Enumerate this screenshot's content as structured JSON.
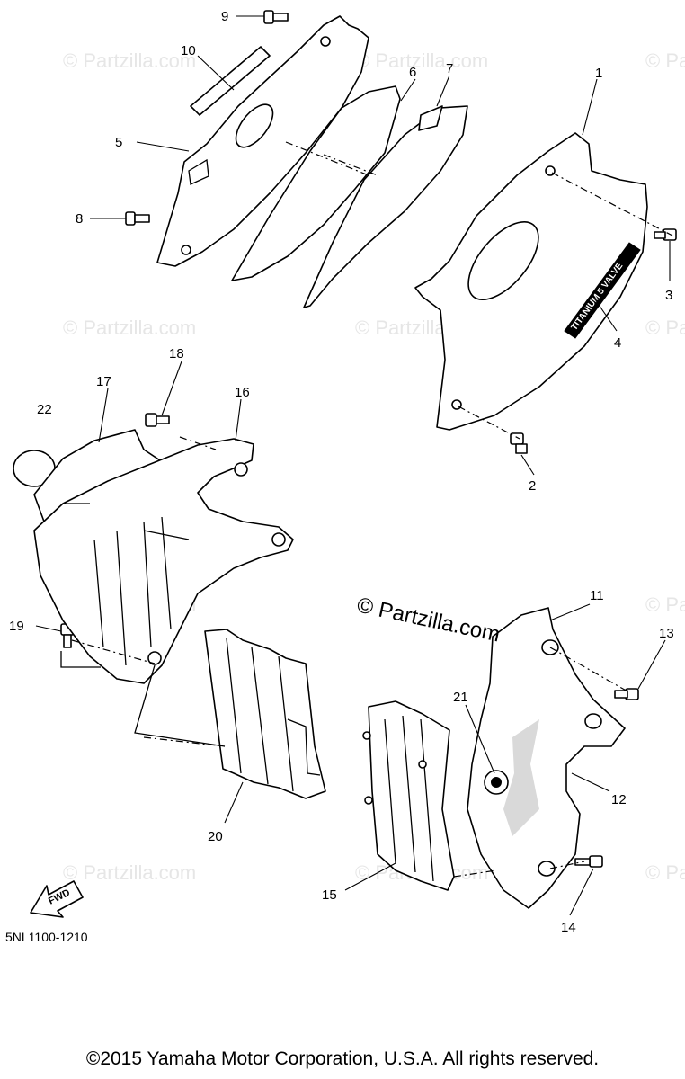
{
  "diagram": {
    "watermark_text": "© Partzilla.com",
    "brand_watermark": "© Partzilla.com",
    "callouts": [
      "1",
      "2",
      "3",
      "4",
      "5",
      "6",
      "7",
      "8",
      "9",
      "10",
      "11",
      "12",
      "13",
      "14",
      "15",
      "16",
      "17",
      "18",
      "19",
      "20",
      "21",
      "22"
    ],
    "decal_text": "TITANIUM 5 VALVE",
    "fwd_label": "FWD",
    "diagram_code": "5NL1100-1210",
    "copyright": "©2015 Yamaha Motor Corporation, U.S.A. All rights reserved."
  }
}
